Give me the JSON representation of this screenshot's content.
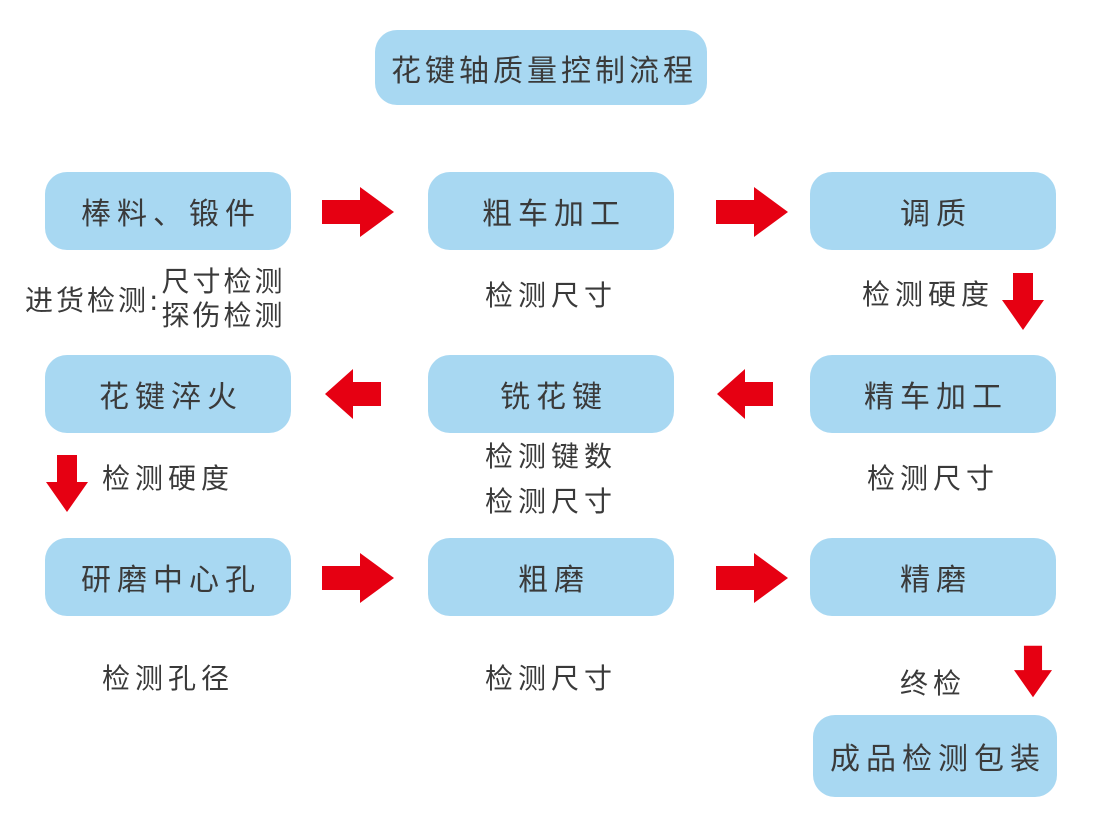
{
  "title": "花键轴质量控制流程",
  "colors": {
    "background": "#FFFFFF",
    "box_fill": "#A8D8F2",
    "arrow": "#E60012",
    "text": "#3A3A3A"
  },
  "process": {
    "raw_material": "棒料、锻件",
    "rough_turning": "粗车加工",
    "tempering": "调质",
    "spline_quenching": "花键淬火",
    "spline_milling": "铣花键",
    "finish_turning": "精车加工",
    "center_hole_grinding": "研磨中心孔",
    "rough_grinding": "粗磨",
    "finish_grinding": "精磨",
    "finished_product": "成品检测包装"
  },
  "checks": {
    "incoming_label": "进货检测:",
    "incoming_items": [
      "尺寸检测",
      "探伤检测"
    ],
    "rough_turning": "检测尺寸",
    "tempering": "检测硬度",
    "spline_quenching": "检测硬度",
    "spline_milling": [
      "检测键数",
      "检测尺寸"
    ],
    "finish_turning": "检测尺寸",
    "center_hole_grinding": "检测孔径",
    "rough_grinding": "检测尺寸",
    "final_inspection": "终检"
  }
}
